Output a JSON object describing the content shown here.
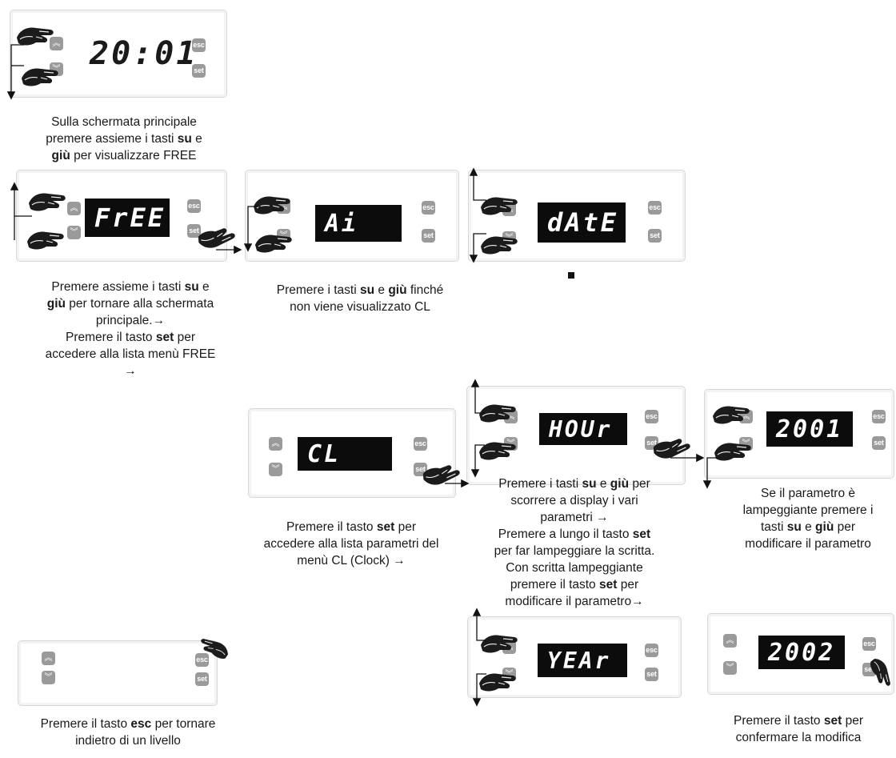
{
  "keys": {
    "esc": "esc",
    "set": "set",
    "up_icon": "chevron-double-up-icon",
    "down_icon": "chevron-double-down-icon",
    "hand_icon": "pointing-hand-icon"
  },
  "steps": [
    {
      "display": "20:01",
      "caption": {
        "l1": "Sulla schermata principale",
        "l2a": "premere assieme i tasti ",
        "l2b": "su",
        "l2c": " e",
        "l3a": "giù",
        "l3b": " per visualizzare FREE"
      }
    },
    {
      "display": "FrEE",
      "caption": {
        "l1a": "Premere assieme i tasti ",
        "l1b": "su",
        "l1c": " e",
        "l2a": "giù",
        "l2b": " per tornare alla schermata",
        "l3": "principale.→",
        "l4a": "Premere il tasto ",
        "l4b": "set",
        "l4c": " per",
        "l5": "accedere alla lista menù FREE",
        "l6": "→"
      }
    },
    {
      "display": "Ai",
      "caption": {
        "l1a": "Premere i tasti ",
        "l1b": "su",
        "l1c": " e ",
        "l1d": "giù",
        "l1e": " finché",
        "l2": "non viene visualizzato CL"
      }
    },
    {
      "display": "dAtE"
    },
    {
      "display": "CL",
      "caption": {
        "l1a": "Premere il tasto ",
        "l1b": "set",
        "l1c": " per",
        "l2": "accedere alla lista parametri del",
        "l3": "menù CL (Clock) →"
      }
    },
    {
      "display": "HOUr",
      "caption": {
        "l1a": "Premere i tasti ",
        "l1b": "su",
        "l1c": " e ",
        "l1d": "giù",
        "l1e": " per",
        "l2": "scorrere a display i vari",
        "l3": "parametri →",
        "l4a": "Premere a lungo il tasto ",
        "l4b": "set",
        "l5": "per far lampeggiare la scritta.",
        "l6": "Con scritta lampeggiante",
        "l7a": "premere il tasto ",
        "l7b": "set",
        "l7c": " per",
        "l8": "modificare il parametro→"
      }
    },
    {
      "display": "2001",
      "caption": {
        "l1": "Se il parametro è",
        "l2": "lampeggiante premere i",
        "l3a": "tasti ",
        "l3b": "su",
        "l3c": " e ",
        "l3d": "giù",
        "l3e": " per",
        "l4": "modificare il parametro"
      }
    },
    {
      "display": "",
      "caption": {
        "l1a": "Premere il tasto ",
        "l1b": "esc",
        "l1c": " per tornare",
        "l2": "indietro di un livello"
      }
    },
    {
      "display": "YEAr"
    },
    {
      "display": "2002",
      "caption": {
        "l1a": "Premere il tasto ",
        "l1b": "set",
        "l1c": " per",
        "l2": "confermare la modifica"
      }
    }
  ]
}
